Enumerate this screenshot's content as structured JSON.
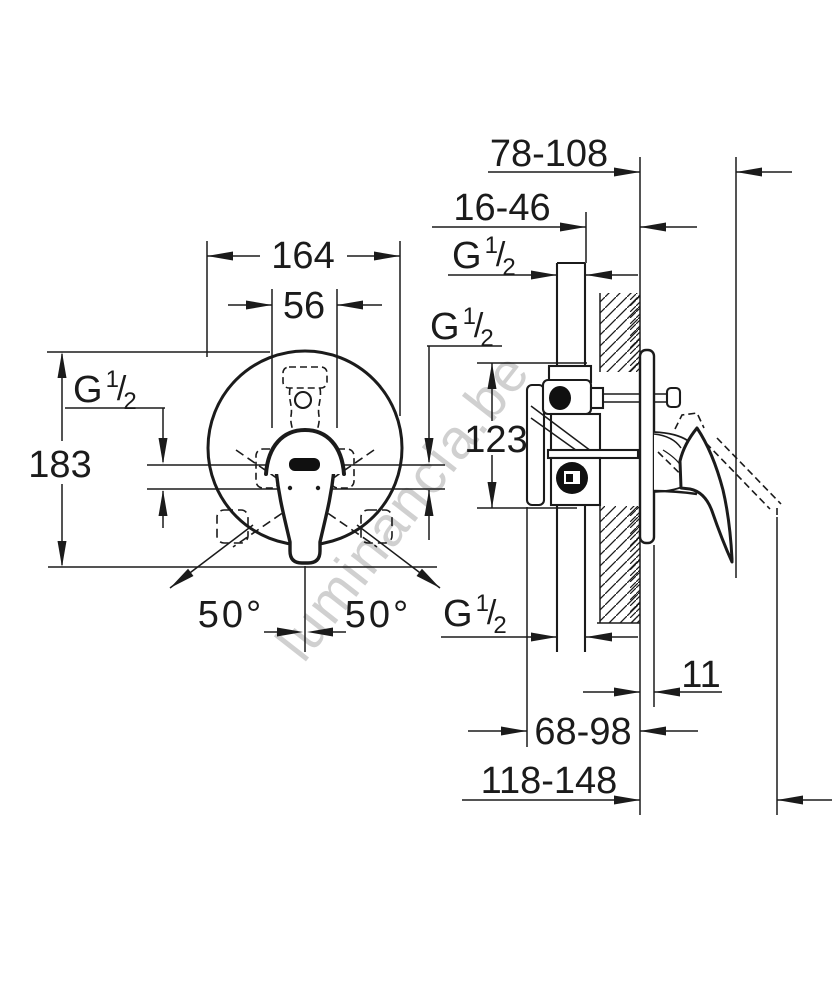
{
  "drawing": {
    "watermark": {
      "text": "luminancia.be",
      "color": "#d0d0d0"
    },
    "line_color": "#1b1b1b",
    "dimensions": {
      "projection_to_handle": "78-108",
      "concealed_depth": "16-46",
      "escutcheon_diameter": "164",
      "hub_width": "56",
      "overall_height": "183",
      "vertical_port_span": "123",
      "handle_swing_left": "50°",
      "handle_swing_right": "50°",
      "escutcheon_offset": "11",
      "body_to_wall": "68-98",
      "max_projection": "118-148"
    },
    "thread_label": {
      "g": "G",
      "numerator": "1",
      "slash": "/",
      "denominator": "2"
    }
  }
}
